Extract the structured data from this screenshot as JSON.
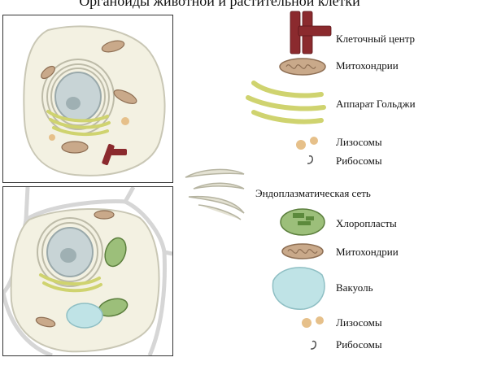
{
  "title": "Органоиды животной и растительной клетки",
  "colors": {
    "centriole": "#8b2a2e",
    "mitochondria": "#c9a98a",
    "golgi": "#d9dd8a",
    "lysosome": "#e6c08a",
    "chloroplast": "#9cbf7a",
    "vacuole": "#bfe3e6",
    "cytoplasm": "#f3f1e2",
    "er": "#e4e2d3",
    "nucleus": "#c8d4d6"
  },
  "legend": {
    "cell_center": "Клеточный центр",
    "mitochondria_1": "Митохондрии",
    "golgi": "Аппарат Гольджи",
    "lysosomes_1": "Лизосомы",
    "ribosomes_1": "Рибосомы",
    "er": "Эндоплазматическая сеть",
    "chloroplasts": "Хлоропласты",
    "mitochondria_2": "Митохондрии",
    "vacuole": "Вакуоль",
    "lysosomes_2": "Лизосомы",
    "ribosomes_2": "Рибосомы"
  }
}
